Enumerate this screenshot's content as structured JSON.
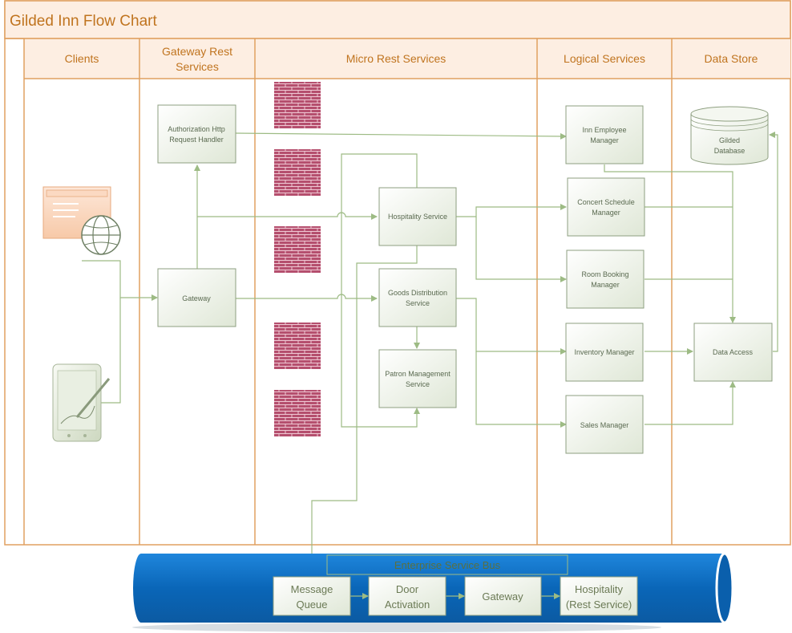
{
  "title": "Gilded Inn Flow Chart",
  "lanes": {
    "clients": "Clients",
    "gateway_line1": "Gateway Rest",
    "gateway_line2": "Services",
    "micro": "Micro Rest Services",
    "logical": "Logical Services",
    "datastore": "Data Store"
  },
  "nodes": {
    "auth_line1": "Authorization Http",
    "auth_line2": "Request Handler",
    "gateway": "Gateway",
    "hospitality": "Hospitality Service",
    "goods_line1": "Goods Distribution",
    "goods_line2": "Service",
    "patron_line1": "Patron Management",
    "patron_line2": "Service",
    "inn_line1": "Inn Employee",
    "inn_line2": "Manager",
    "concert_line1": "Concert Schedule",
    "concert_line2": "Manager",
    "room_line1": "Room Booking",
    "room_line2": "Manager",
    "inventory": "Inventory Manager",
    "sales": "Sales Manager",
    "db_line1": "Gilded",
    "db_line2": "Database",
    "data_access": "Data Access"
  },
  "esb": {
    "title": "Enterprise Service Bus",
    "mq_line1": "Message",
    "mq_line2": "Queue",
    "door_line1": "Door",
    "door_line2": "Activation",
    "gateway": "Gateway",
    "hosp_line1": "Hospitality",
    "hosp_line2": "(Rest Service)"
  },
  "colors": {
    "lane_border": "#e0a060",
    "lane_header_bg": "#fdeee2",
    "lane_text": "#c0741f",
    "connector": "#9dbb84",
    "esb_blue": "#0b6fc4",
    "firewall": "#b54f6e"
  },
  "icons": [
    "web-browser-globe-icon",
    "tablet-stylus-icon",
    "firewall-icon",
    "database-icon"
  ]
}
